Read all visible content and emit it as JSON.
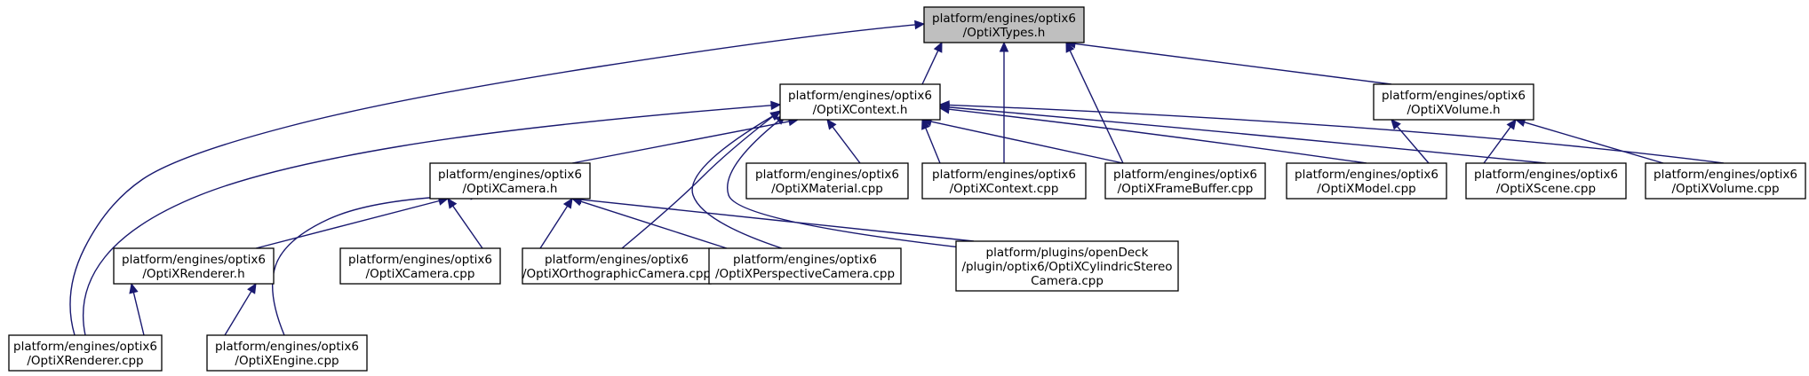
{
  "graph": {
    "nodes": [
      {
        "id": "types",
        "lines": [
          "platform/engines/optix6",
          "/OptiXTypes.h"
        ],
        "highlighted": true
      },
      {
        "id": "context_h",
        "lines": [
          "platform/engines/optix6",
          "/OptiXContext.h"
        ]
      },
      {
        "id": "volume_h",
        "lines": [
          "platform/engines/optix6",
          "/OptiXVolume.h"
        ]
      },
      {
        "id": "camera_h",
        "lines": [
          "platform/engines/optix6",
          "/OptiXCamera.h"
        ]
      },
      {
        "id": "material_cpp",
        "lines": [
          "platform/engines/optix6",
          "/OptiXMaterial.cpp"
        ]
      },
      {
        "id": "context_cpp",
        "lines": [
          "platform/engines/optix6",
          "/OptiXContext.cpp"
        ]
      },
      {
        "id": "framebuffer_cpp",
        "lines": [
          "platform/engines/optix6",
          "/OptiXFrameBuffer.cpp"
        ]
      },
      {
        "id": "model_cpp",
        "lines": [
          "platform/engines/optix6",
          "/OptiXModel.cpp"
        ]
      },
      {
        "id": "scene_cpp",
        "lines": [
          "platform/engines/optix6",
          "/OptiXScene.cpp"
        ]
      },
      {
        "id": "volume_cpp",
        "lines": [
          "platform/engines/optix6",
          "/OptiXVolume.cpp"
        ]
      },
      {
        "id": "renderer_h",
        "lines": [
          "platform/engines/optix6",
          "/OptiXRenderer.h"
        ]
      },
      {
        "id": "camera_cpp",
        "lines": [
          "platform/engines/optix6",
          "/OptiXCamera.cpp"
        ]
      },
      {
        "id": "ortho_cpp",
        "lines": [
          "platform/engines/optix6",
          "/OptiXOrthographicCamera.cpp"
        ]
      },
      {
        "id": "persp_cpp",
        "lines": [
          "platform/engines/optix6",
          "/OptiXPerspectiveCamera.cpp"
        ]
      },
      {
        "id": "cyl_cpp",
        "lines": [
          "platform/plugins/openDeck",
          "/plugin/optix6/OptiXCylindricStereo",
          "Camera.cpp"
        ]
      },
      {
        "id": "renderer_cpp",
        "lines": [
          "platform/engines/optix6",
          "/OptiXRenderer.cpp"
        ]
      },
      {
        "id": "engine_cpp",
        "lines": [
          "platform/engines/optix6",
          "/OptiXEngine.cpp"
        ]
      }
    ],
    "edges": [
      {
        "from": "context_h",
        "to": "types"
      },
      {
        "from": "volume_h",
        "to": "types"
      },
      {
        "from": "renderer_cpp",
        "to": "types"
      },
      {
        "from": "context_cpp",
        "to": "types"
      },
      {
        "from": "framebuffer_cpp",
        "to": "types"
      },
      {
        "from": "camera_h",
        "to": "context_h"
      },
      {
        "from": "material_cpp",
        "to": "context_h"
      },
      {
        "from": "context_cpp",
        "to": "context_h"
      },
      {
        "from": "framebuffer_cpp",
        "to": "context_h"
      },
      {
        "from": "model_cpp",
        "to": "context_h"
      },
      {
        "from": "scene_cpp",
        "to": "context_h"
      },
      {
        "from": "volume_cpp",
        "to": "context_h"
      },
      {
        "from": "renderer_cpp",
        "to": "context_h"
      },
      {
        "from": "ortho_cpp",
        "to": "context_h"
      },
      {
        "from": "persp_cpp",
        "to": "context_h"
      },
      {
        "from": "cyl_cpp",
        "to": "context_h"
      },
      {
        "from": "model_cpp",
        "to": "volume_h"
      },
      {
        "from": "scene_cpp",
        "to": "volume_h"
      },
      {
        "from": "volume_cpp",
        "to": "volume_h"
      },
      {
        "from": "renderer_h",
        "to": "camera_h"
      },
      {
        "from": "camera_cpp",
        "to": "camera_h"
      },
      {
        "from": "ortho_cpp",
        "to": "camera_h"
      },
      {
        "from": "persp_cpp",
        "to": "camera_h"
      },
      {
        "from": "cyl_cpp",
        "to": "camera_h"
      },
      {
        "from": "engine_cpp",
        "to": "camera_h"
      },
      {
        "from": "renderer_cpp",
        "to": "renderer_h"
      },
      {
        "from": "engine_cpp",
        "to": "renderer_h"
      }
    ]
  }
}
